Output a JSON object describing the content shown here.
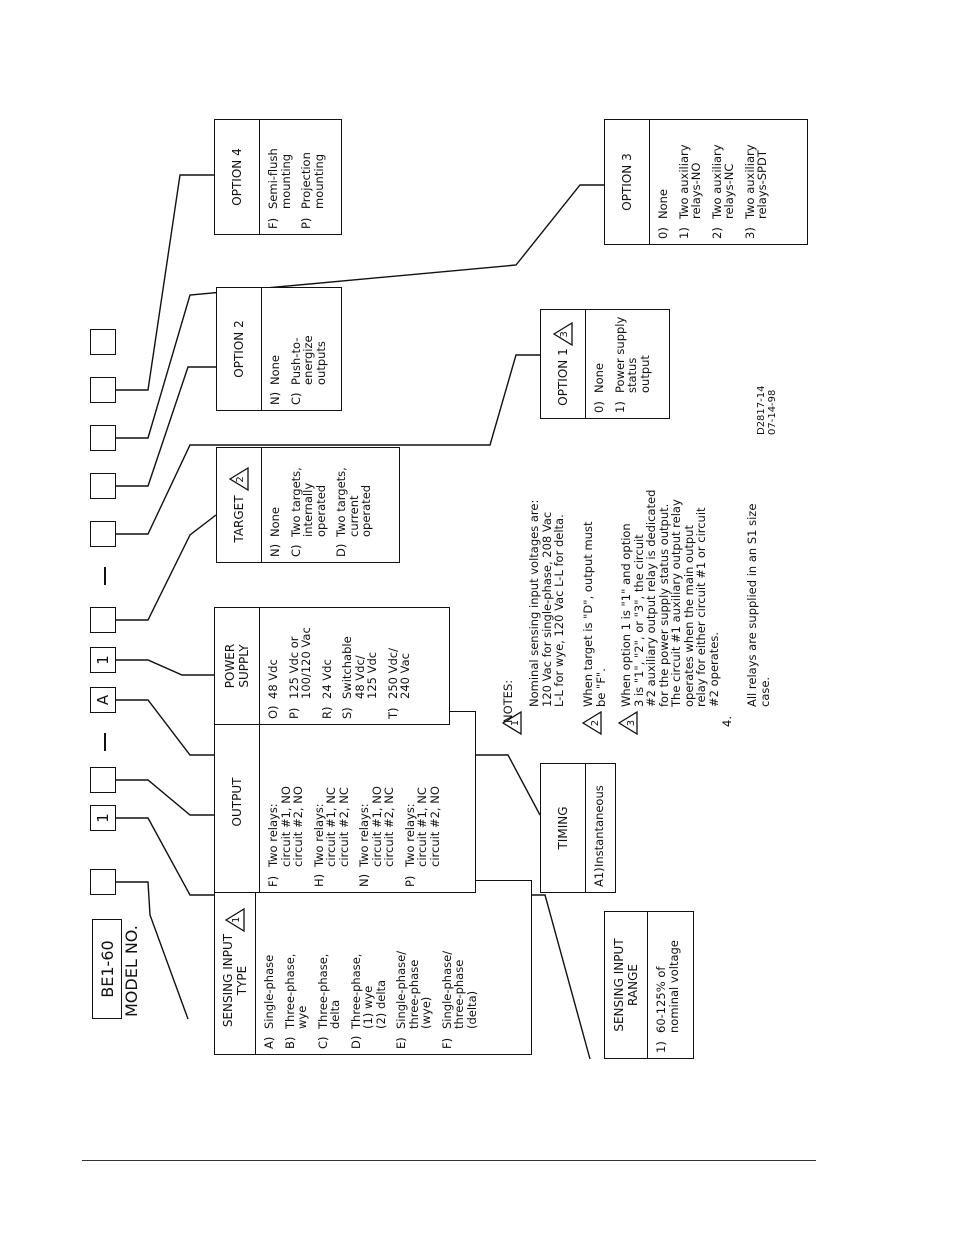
{
  "model": {
    "code": "BE1-60",
    "label": "MODEL NO.",
    "slots": [
      "",
      "1",
      "",
      "A",
      "1",
      "",
      "",
      "",
      "",
      "",
      ""
    ]
  },
  "boxes": {
    "sensing_type": {
      "title": "SENSING INPUT\nTYPE",
      "note_ref": "1",
      "items": [
        {
          "code": "A)",
          "text": "Single-phase"
        },
        {
          "code": "B)",
          "text": "Three-phase,\nwye"
        },
        {
          "code": "C)",
          "text": "Three-phase,\ndelta"
        },
        {
          "code": "D)",
          "text": "Three-phase,\n(1) wye\n(2) delta"
        },
        {
          "code": "E)",
          "text": "Single-phase/\nthree-phase\n(wye)"
        },
        {
          "code": "F)",
          "text": "Single-phase/\nthree-phase\n(delta)"
        }
      ]
    },
    "sensing_range": {
      "title": "SENSING INPUT\nRANGE",
      "items": [
        {
          "code": "1)",
          "text": "60-125% of\nnominal voltage"
        }
      ]
    },
    "output": {
      "title": "OUTPUT",
      "items": [
        {
          "code": "F)",
          "text": "Two relays:\ncircuit #1, NO\ncircuit #2, NO"
        },
        {
          "code": "H)",
          "text": "Two relays:\ncircuit #1, NC\ncircuit #2, NC"
        },
        {
          "code": "N)",
          "text": "Two relays:\ncircuit #1, NO\ncircuit #2, NC"
        },
        {
          "code": "P)",
          "text": "Two relays:\ncircuit #1, NC\ncircuit #2, NO"
        }
      ]
    },
    "timing": {
      "title": "TIMING",
      "items": [
        {
          "code": "A1)",
          "text": "Instantaneous"
        }
      ]
    },
    "power_supply": {
      "title": "POWER\nSUPPLY",
      "items": [
        {
          "code": "O)",
          "text": "48 Vdc"
        },
        {
          "code": "P)",
          "text": "125 Vdc or\n100/120 Vac"
        },
        {
          "code": "R)",
          "text": "24 Vdc"
        },
        {
          "code": "S)",
          "text": "Switchable\n48 Vdc/\n125 Vdc"
        },
        {
          "code": "T)",
          "text": "250 Vdc/\n240 Vac"
        }
      ]
    },
    "target": {
      "title": "TARGET",
      "note_ref": "2",
      "items": [
        {
          "code": "N)",
          "text": "None"
        },
        {
          "code": "C)",
          "text": "Two targets,\ninternally\noperated"
        },
        {
          "code": "D)",
          "text": "Two targets,\ncurrent\noperated"
        }
      ]
    },
    "option1": {
      "title": "OPTION 1",
      "note_ref": "3",
      "items": [
        {
          "code": "0)",
          "text": "None"
        },
        {
          "code": "1)",
          "text": "Power supply\nstatus\noutput"
        }
      ]
    },
    "option2": {
      "title": "OPTION 2",
      "items": [
        {
          "code": "N)",
          "text": "None"
        },
        {
          "code": "C)",
          "text": "Push-to-\nenergize\noutputs"
        }
      ]
    },
    "option3": {
      "title": "OPTION 3",
      "items": [
        {
          "code": "0)",
          "text": "None"
        },
        {
          "code": "1)",
          "text": "Two auxiliary\nrelays-NO"
        },
        {
          "code": "2)",
          "text": "Two auxiliary\nrelays-NC"
        },
        {
          "code": "3)",
          "text": "Two auxiliary\nrelays-SPDT"
        }
      ]
    },
    "option4": {
      "title": "OPTION 4",
      "items": [
        {
          "code": "F)",
          "text": "Semi-flush\nmounting"
        },
        {
          "code": "P)",
          "text": "Projection\nmounting"
        }
      ]
    }
  },
  "notes": {
    "heading": "NOTES:",
    "items": [
      {
        "num": "1",
        "text": "Nominal sensing input voltages are:\n120 Vac for single-phase, 208 Vac\nL-L for wye, 120 Vac L-L for delta."
      },
      {
        "num": "2",
        "text": "When target is \"D\", output must\nbe \"F\"."
      },
      {
        "num": "3",
        "text": "When option 1 is \"1\" and option\n3 is \"1\", \"2\", or \"3\", the circuit\n#2 auxiliary output relay is dedicated\nfor the power supply status output.\nThe circuit #1 auxiliary output relay\noperates when the main output\nrelay for either circuit #1 or circuit\n#2 operates."
      },
      {
        "num": "4.",
        "text": "All relays are supplied in an S1 size\ncase."
      }
    ]
  },
  "drawing_id": "D2817-14\n07-14-98"
}
